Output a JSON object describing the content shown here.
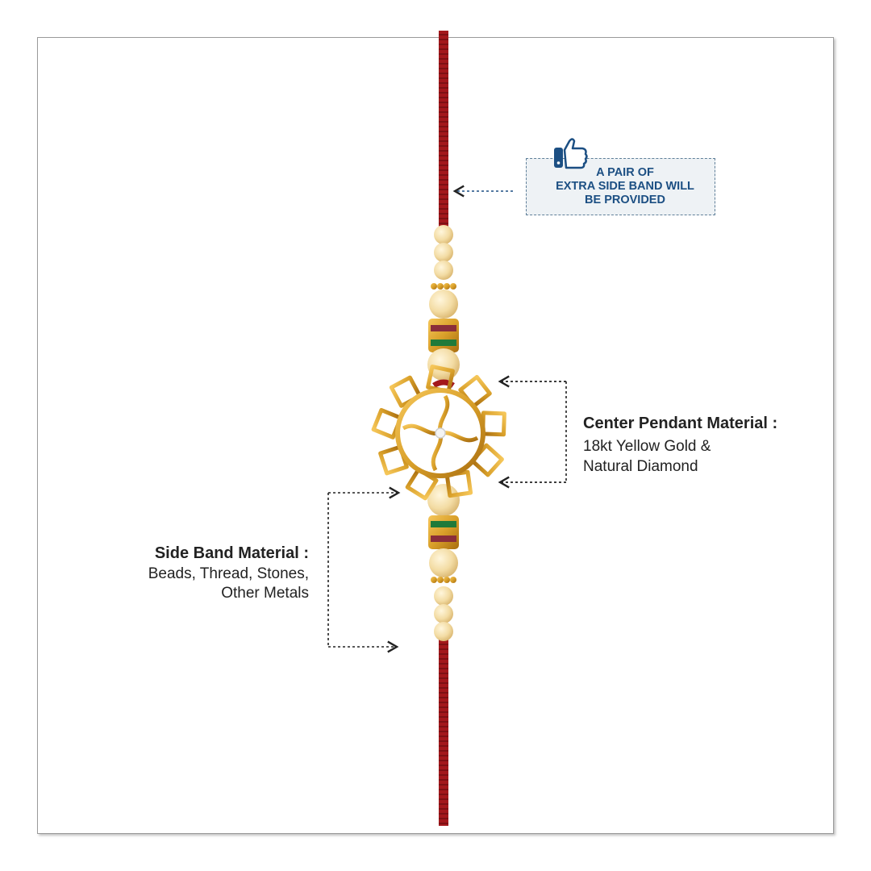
{
  "note": {
    "text": "A PAIR OF\nEXTRA SIDE BAND WILL\nBE PROVIDED",
    "icon": "thumbs-up-icon"
  },
  "center_pendant": {
    "title": "Center Pendant Material :",
    "description": "18kt Yellow Gold &\nNatural Diamond"
  },
  "side_band": {
    "title": "Side Band Material :",
    "description": "Beads, Thread, Stones,\nOther Metals"
  },
  "colors": {
    "thread": "#a3181c",
    "bead": "#f3dca4",
    "gold": "#d9a02a",
    "note_text": "#1c4f83"
  }
}
